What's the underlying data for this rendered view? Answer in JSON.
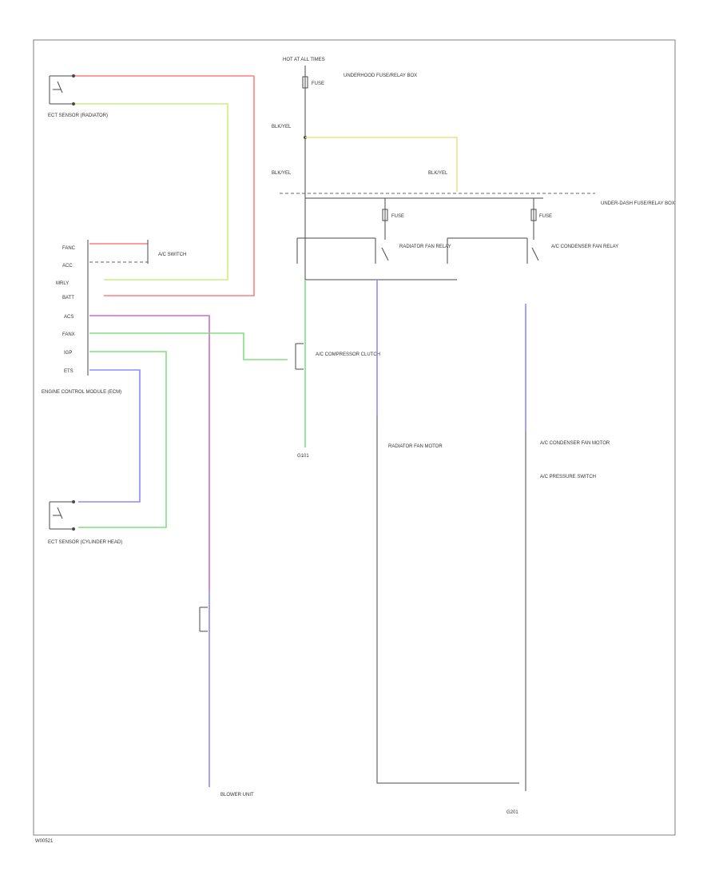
{
  "colors": {
    "black": "#4a4a4a",
    "red": "#ff7f7f",
    "yellow_green": "#c8f07a",
    "yellow": "#e6e68c",
    "green": "#80e080",
    "blue": "#8c8cff",
    "violet": "#c870c8",
    "frame": "#808080"
  },
  "labels": {
    "hot_at_all_times": "HOT AT ALL TIMES",
    "fuse_a": "FUSE",
    "underhood_box": "UNDERHOOD FUSE/RELAY BOX",
    "w_a": "BLK/YEL",
    "w_b": "BLK/YEL",
    "w_c": "BLK/YEL",
    "under_dash_box": "UNDER-DASH FUSE/RELAY BOX",
    "fuse_b": "FUSE",
    "fuse_c": "FUSE",
    "relay_1": "RADIATOR FAN RELAY",
    "relay_2": "A/C CONDENSER FAN RELAY",
    "ect_sensor": "ECT SENSOR (RADIATOR)",
    "ect_sensor_b": "ECT SENSOR (CYLINDER HEAD)",
    "ecm_pins": [
      "FANC",
      "ACC",
      "MRLY",
      "BATT",
      "ACS",
      "FANX",
      "IGP",
      "ETS"
    ],
    "ecm": "ENGINE CONTROL MODULE (ECM)",
    "ac_switch": "A/C SWITCH",
    "ac_clutch": "A/C COMPRESSOR CLUTCH",
    "ac_pressure_switch": "A/C PRESSURE SWITCH",
    "ground_label": "G101",
    "radiator_fan_motor": "RADIATOR FAN MOTOR",
    "condenser_fan_motor": "A/C CONDENSER FAN MOTOR",
    "ground_right": "G201",
    "blower_unit": "BLOWER UNIT",
    "footer": "W00521"
  }
}
